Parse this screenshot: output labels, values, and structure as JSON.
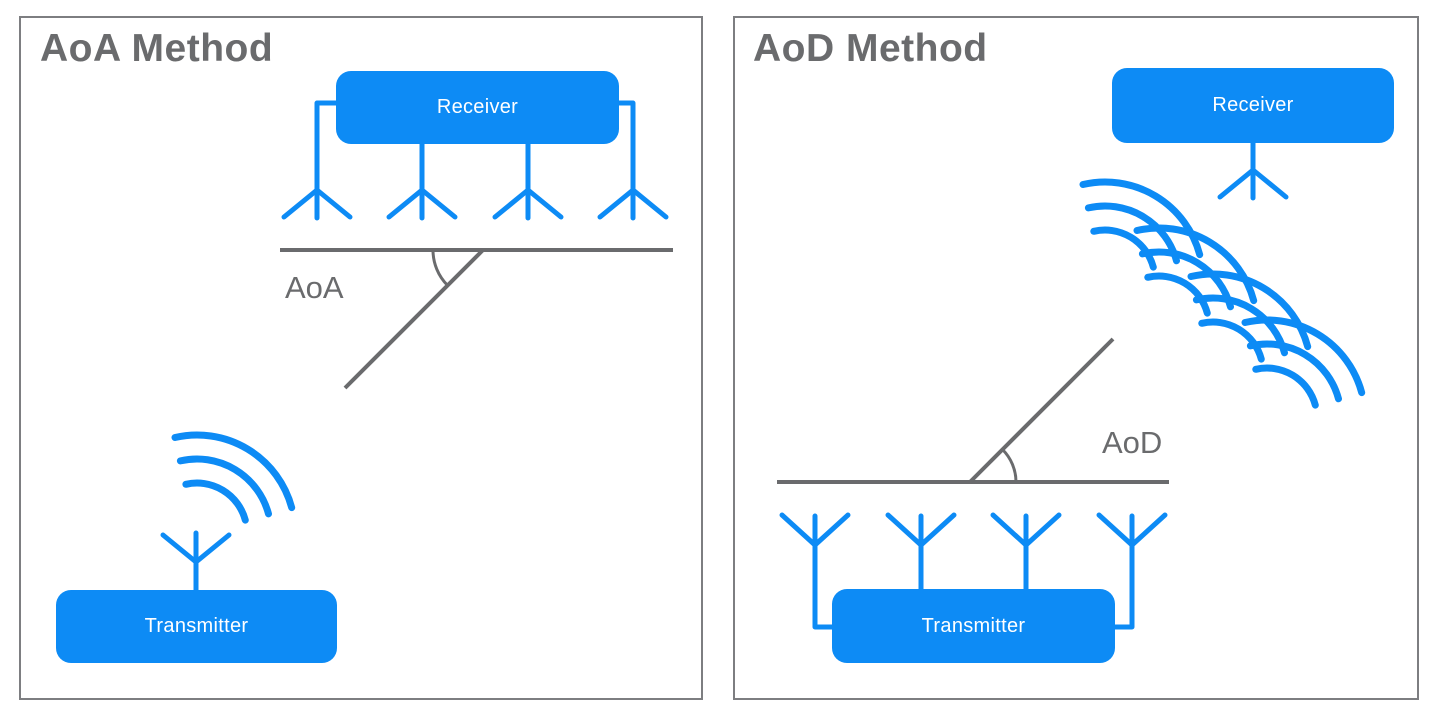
{
  "colors": {
    "accent_blue": "#0d8bf5",
    "line_gray": "#6a6b6d",
    "text_gray": "#6a6b6d",
    "panel_border": "#7d7e81",
    "box_text": "#ffffff",
    "bg": "#ffffff"
  },
  "left": {
    "title": "AoA Method",
    "receiver": "Receiver",
    "transmitter": "Transmitter",
    "angle": "AoA"
  },
  "right": {
    "title": "AoD Method",
    "receiver": "Receiver",
    "transmitter": "Transmitter",
    "angle": "AoD"
  }
}
